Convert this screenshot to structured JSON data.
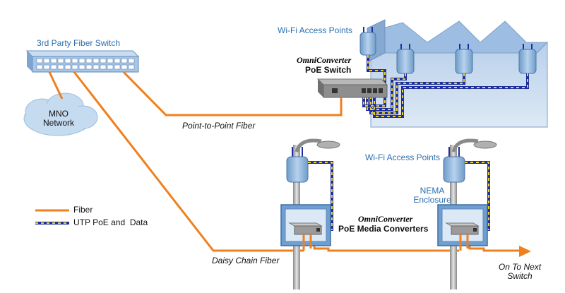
{
  "labels": {
    "fiber_switch": "3rd Party Fiber Switch",
    "mno_line1": "MNO",
    "mno_line2": "Network",
    "wifi_top": "Wi-Fi Access Points",
    "omni_top": "OmniConverter",
    "poe_switch": "PoE Switch",
    "p2p_fiber": "Point-to-Point Fiber",
    "wifi_bottom": "Wi-Fi Access Points",
    "nema_line1": "NEMA",
    "nema_line2": "Enclosure",
    "omni_bottom": "OmniConverter",
    "media_converters": "PoE Media Converters",
    "daisy_chain": "Daisy Chain Fiber",
    "next_switch_line1": "On To Next",
    "next_switch_line2": "Switch"
  },
  "legend": {
    "fiber": "Fiber",
    "utp": "UTP PoE and  Data"
  },
  "colors": {
    "fiber": "#f07f1e",
    "utp_blue": "#1d2f9e",
    "utp_yellow": "#f2d02a",
    "label_blue": "#2a6fb0",
    "device_blue": "#8fb4dc",
    "cloud": "#c5dbf0"
  }
}
